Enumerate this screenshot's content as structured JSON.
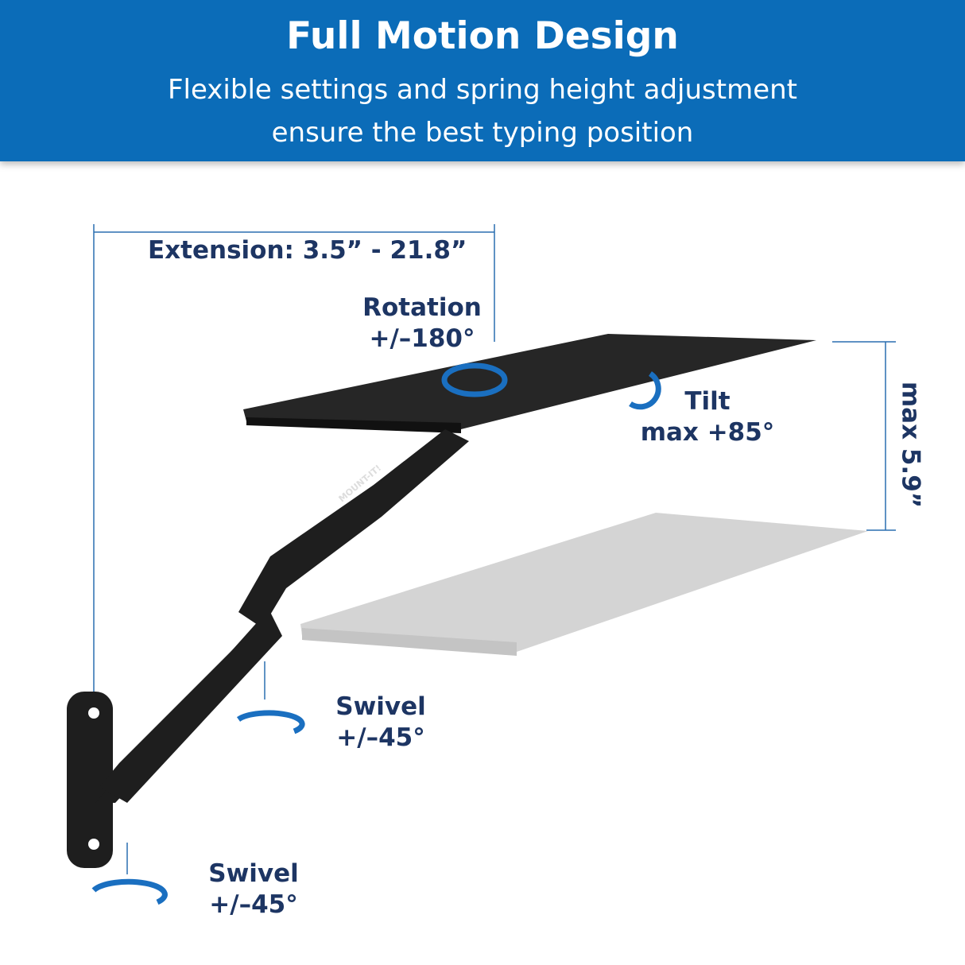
{
  "header": {
    "title": "Full Motion Design",
    "subtitle_line1": "Flexible settings and spring height adjustment",
    "subtitle_line2": "ensure the best typing position"
  },
  "labels": {
    "extension": "Extension: 3.5” - 21.8”",
    "rotation_title": "Rotation",
    "rotation_value": "+/–180°",
    "tilt_title": "Tilt",
    "tilt_value": "max +85°",
    "height": "max 5.9”",
    "swivel_upper_title": "Swivel",
    "swivel_upper_value": "+/–45°",
    "swivel_lower_title": "Swivel",
    "swivel_lower_value": "+/–45°"
  },
  "logo": "MOUNT-IT!",
  "colors": {
    "header": "#0b6cb8",
    "label_text": "#1d3563",
    "arrow": "#1a6fc0",
    "arm": "#1e1e1e",
    "ghost": "#cfcfcf"
  }
}
